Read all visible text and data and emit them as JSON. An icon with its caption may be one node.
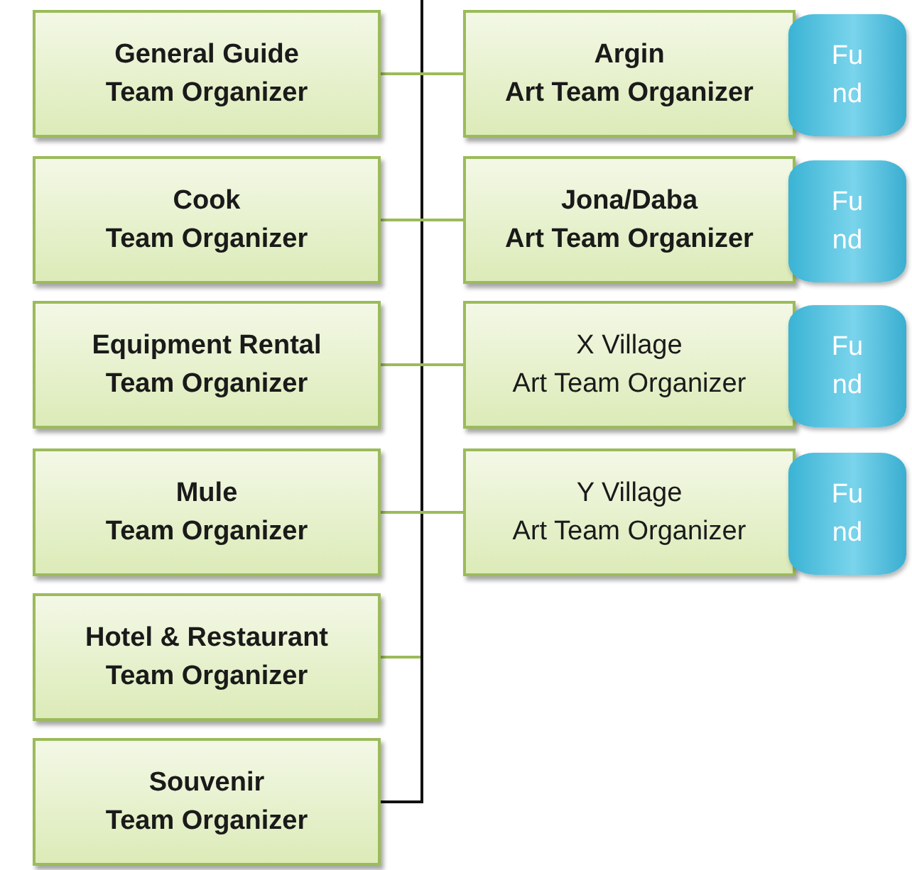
{
  "diagram": {
    "nodes": [
      {
        "text": [
          "General Guide",
          "Team Organizer"
        ]
      },
      {
        "text": [
          "Argin",
          "Art Team Organizer"
        ]
      },
      {
        "text": [
          "Fund"
        ]
      },
      {
        "text": [
          "Cook",
          "Team Organizer"
        ]
      },
      {
        "text": [
          "Jona/Daba",
          "Art Team Organizer"
        ]
      },
      {
        "text": [
          "Fund"
        ]
      },
      {
        "text": [
          "Equipment Rental",
          "Team Organizer"
        ]
      },
      {
        "text": [
          "X Village",
          "Art Team Organizer"
        ]
      },
      {
        "text": [
          "Fund"
        ]
      },
      {
        "text": [
          "Mule",
          "Team Organizer"
        ]
      },
      {
        "text": [
          "Y Village",
          "Art Team Organizer"
        ]
      },
      {
        "text": [
          "Fund"
        ]
      },
      {
        "text": [
          "Hotel & Restaurant",
          "Team Organizer"
        ]
      },
      {
        "text": [
          "Souvenir",
          "Team Organizer"
        ]
      }
    ],
    "edges": [
      {
        "from": null,
        "to": 12,
        "arrow": "none",
        "color": "#9bbb59"
      },
      {
        "from": null,
        "to": 0,
        "arrow": "none",
        "color": "#111111"
      },
      {
        "from": null,
        "to": 3,
        "arrow": "none",
        "color": "#111111"
      },
      {
        "from": null,
        "to": 6,
        "arrow": "none",
        "color": "#111111"
      },
      {
        "from": null,
        "to": 9,
        "arrow": "none",
        "color": "#111111"
      },
      {
        "from": null,
        "to": 13,
        "arrow": "none",
        "color": "#111111"
      },
      {
        "from": 0,
        "to": 1,
        "arrow": "none",
        "color": "#9bbb59"
      },
      {
        "from": 3,
        "to": 4,
        "arrow": "none",
        "color": "#9bbb59"
      },
      {
        "from": 6,
        "to": 7,
        "arrow": "none",
        "color": "#9bbb59"
      },
      {
        "from": 9,
        "to": 10,
        "arrow": "none",
        "color": "#9bbb59"
      }
    ]
  }
}
